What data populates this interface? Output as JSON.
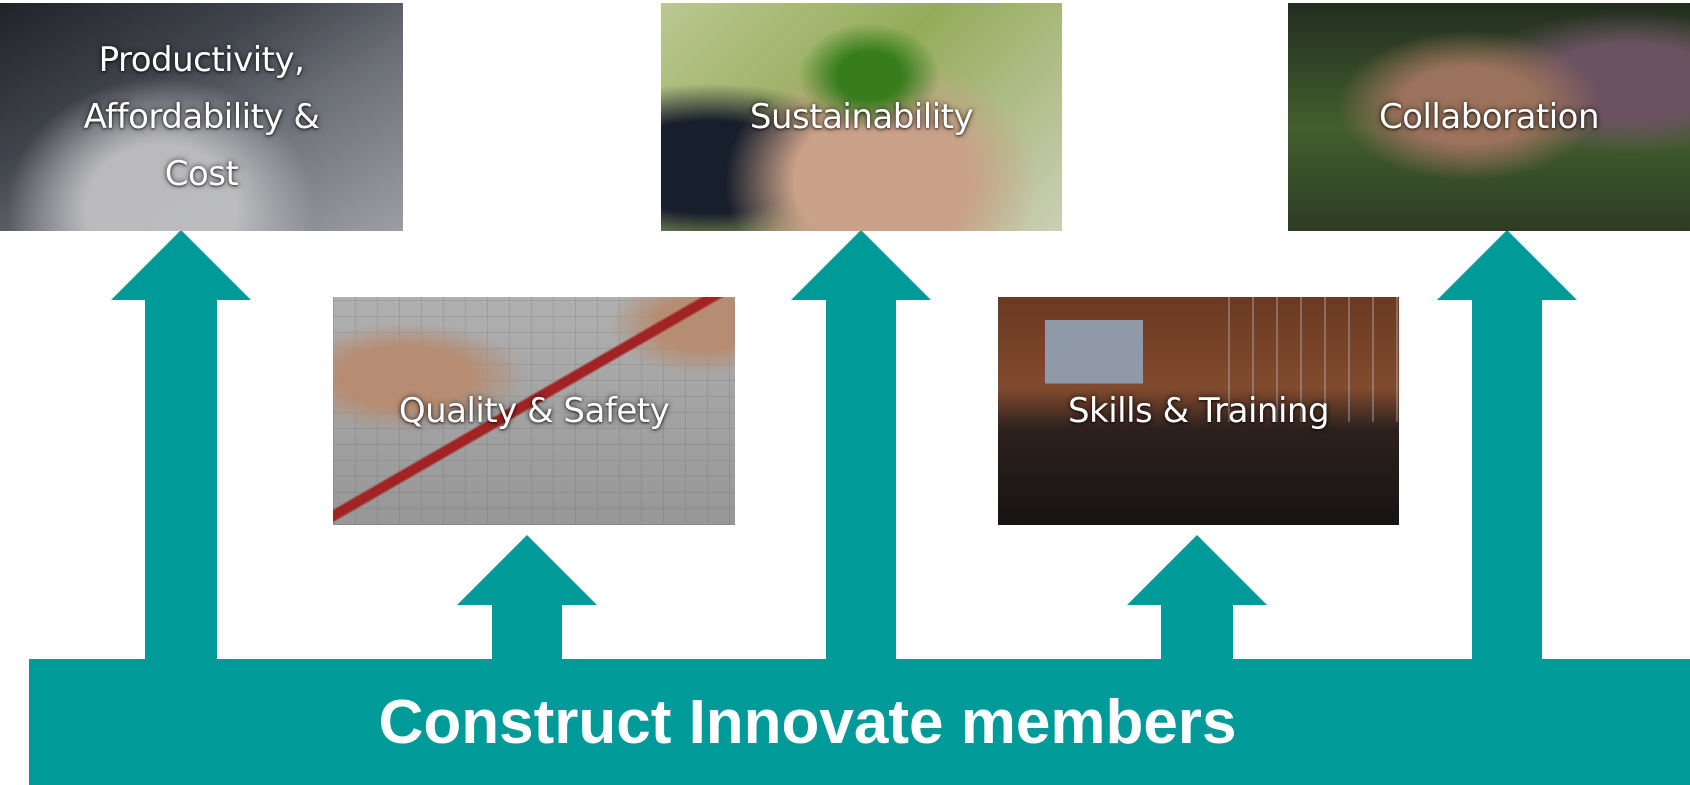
{
  "colors": {
    "arrow": "#009B98",
    "banner": "#009B98",
    "label_text": "#FFFFFF"
  },
  "banner": {
    "label": "Construct Innovate members"
  },
  "tiles": [
    {
      "label": "Productivity, Affordability & Cost",
      "image": "business-paperwork-photo"
    },
    {
      "label": "Sustainability",
      "image": "hands-holding-seedling-photo"
    },
    {
      "label": "Collaboration",
      "image": "stacked-hands-teamwork-photo"
    },
    {
      "label": "Quality & Safety",
      "image": "architectural-plan-ruler-photo"
    },
    {
      "label": "Skills & Training",
      "image": "conference-audience-photo"
    }
  ]
}
